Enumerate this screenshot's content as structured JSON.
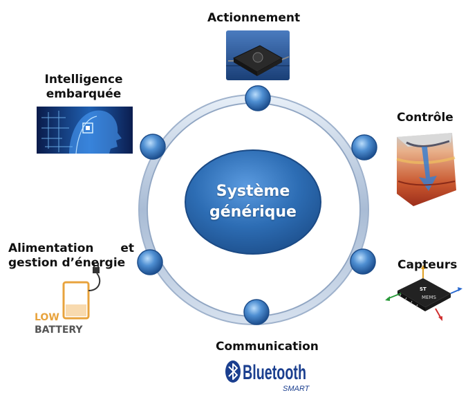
{
  "center": {
    "line1": "Système",
    "line2": "générique"
  },
  "nodes": {
    "actionnement": "Actionnement",
    "controle": "Contrôle",
    "capteurs": "Capteurs",
    "communication": "Communication",
    "alimentation_word": "Alimentation",
    "alimentation_et": "et",
    "alimentation_line2": "gestion d’énergie",
    "intelligence_line1": "Intelligence",
    "intelligence_line2": "embarquée"
  },
  "battery": {
    "line1": "LOW",
    "line2": "BATTERY"
  },
  "bluetooth": {
    "word": "Bluetooth",
    "sub": "SMART"
  },
  "mems": {
    "chip_text": "MEMS",
    "brand": "ST"
  },
  "colors": {
    "ring": "#aebfd6",
    "node_blue": "#2f6fb5",
    "center_blue": "#2b6cb0",
    "battery_orange": "#e8a33d",
    "battery_grey": "#555555",
    "bluetooth_blue": "#1b3f8f"
  }
}
